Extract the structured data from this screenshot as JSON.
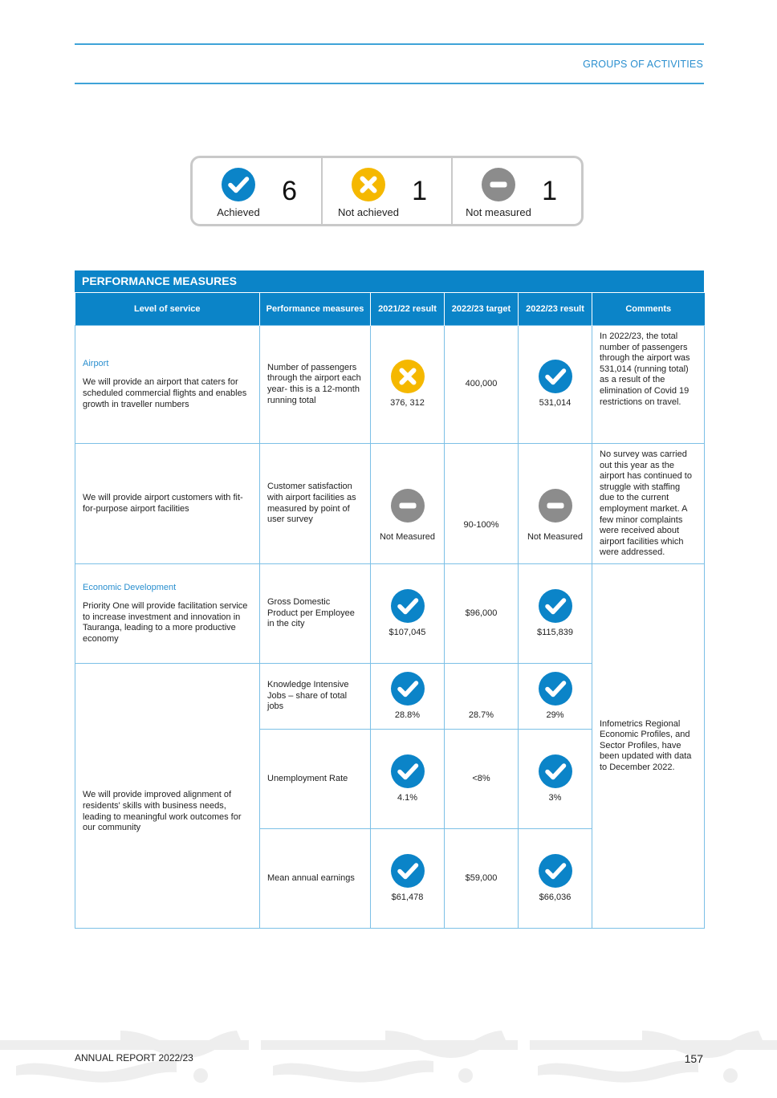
{
  "header": {
    "section_tag": "GROUPS OF ACTIVITIES"
  },
  "summary": [
    {
      "icon": "check-circle-icon",
      "label": "Achieved",
      "count": "6"
    },
    {
      "icon": "cross-circle-icon",
      "label": "Not achieved",
      "count": "1"
    },
    {
      "icon": "minus-circle-icon",
      "label": "Not measured",
      "count": "1"
    }
  ],
  "colors": {
    "achieved": "#0b84c8",
    "not_achieved": "#f5b800",
    "not_measured": "#8c8c8c",
    "table_header": "#0b84c8"
  },
  "table": {
    "title": "PERFORMANCE MEASURES",
    "headers": [
      "Level of service",
      "Performance measures",
      "2021/22 result",
      "2022/23 target",
      "2022/23 result",
      "Comments"
    ],
    "rows": [
      {
        "los_heading": "Airport",
        "los_text": "We will provide an airport that caters for scheduled commercial flights and enables growth in traveller numbers",
        "measure": "Number of passengers through the airport each year- this is a 12-month running total",
        "r2122_status": "cross-circle-icon",
        "r2122": "376, 312",
        "target": "400,000",
        "r2223_status": "check-circle-icon",
        "r2223": "531,014",
        "comment": "In 2022/23, the total number of passengers through the airport was 531,014 (running total) as a result of the elimination of Covid 19 restrictions on travel."
      },
      {
        "los_text": "We will provide airport customers with fit-for-purpose airport facilities",
        "measure": "Customer satisfaction with airport facilities as measured by point of user survey",
        "r2122_status": "minus-circle-icon",
        "r2122": "Not Measured",
        "target": "90-100%",
        "r2223_status": "minus-circle-icon",
        "r2223": "Not Measured",
        "comment": "No survey was carried out this year  as the airport has continued to struggle with staffing due to the current employment market. A few minor complaints were received about airport facilities which were addressed."
      },
      {
        "los_heading": "Economic Development",
        "los_text": "Priority One will provide facilitation service to increase investment and innovation in Tauranga, leading to a more productive economy",
        "measure": "Gross Domestic Product per Employee in the city",
        "r2122_status": "check-circle-icon",
        "r2122": "$107,045",
        "target": "$96,000",
        "r2223_status": "check-circle-icon",
        "r2223": "$115,839"
      },
      {
        "measure": "Knowledge Intensive Jobs – share of total jobs",
        "r2122_status": "check-circle-icon",
        "r2122": "28.8%",
        "target": "28.7%",
        "r2223_status": "check-circle-icon",
        "r2223": "29%"
      },
      {
        "measure": "Unemployment Rate",
        "r2122_status": "check-circle-icon",
        "r2122": "4.1%",
        "target": "<8%",
        "r2223_status": "check-circle-icon",
        "r2223": "3%"
      },
      {
        "measure": "Mean annual earnings",
        "r2122_status": "check-circle-icon",
        "r2122": "$61,478",
        "target": "$59,000",
        "r2223_status": "check-circle-icon",
        "r2223": "$66,036"
      }
    ],
    "shared_los_text": "We will provide improved alignment of residents' skills with business needs, leading to meaningful work outcomes for our community",
    "shared_comment": "Infometrics Regional Economic Profiles, and Sector Profiles, have been updated with data to December 2022."
  },
  "footer": {
    "left": "ANNUAL REPORT 2022/23",
    "page_number": "157"
  }
}
